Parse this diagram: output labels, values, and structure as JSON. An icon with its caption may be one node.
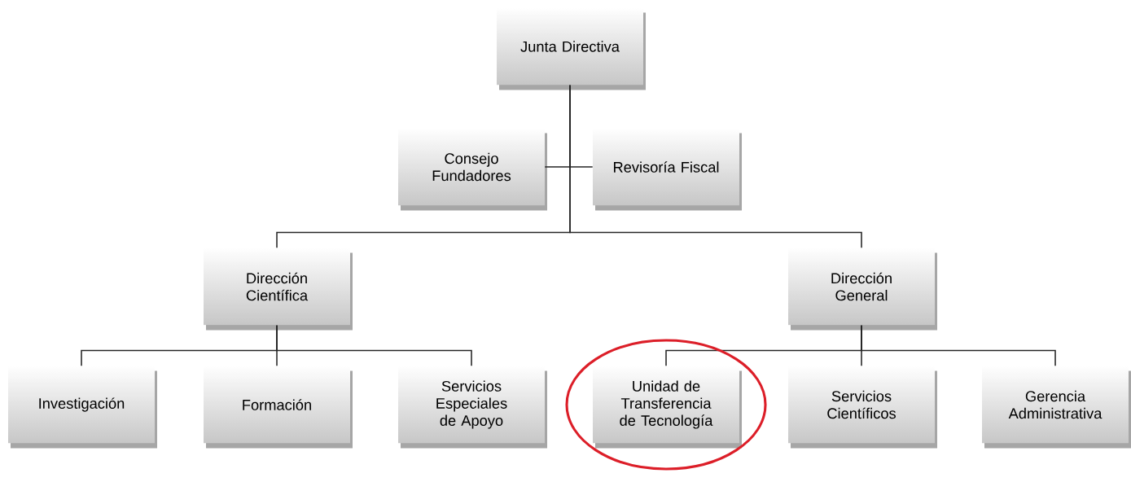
{
  "diagram": {
    "nodes": [
      {
        "text": [
          "Junta Directiva"
        ]
      },
      {
        "text": [
          "Consejo Fundadores"
        ]
      },
      {
        "text": [
          "Revisoría Fiscal"
        ]
      },
      {
        "text": [
          "Dirección Científica"
        ]
      },
      {
        "text": [
          "Dirección General"
        ]
      },
      {
        "text": [
          "Investigación"
        ]
      },
      {
        "text": [
          "Formación"
        ]
      },
      {
        "text": [
          "Servicios Especiales de Apoyo"
        ]
      },
      {
        "text": [
          "Unidad de Transferencia de Tecnología"
        ]
      },
      {
        "text": [
          "Servicios Científicos"
        ]
      },
      {
        "text": [
          "Gerencia Administrativa"
        ]
      }
    ],
    "edges": [
      {
        "from": 0,
        "to": 1,
        "arrow": "none"
      },
      {
        "from": 0,
        "to": 2,
        "arrow": "none"
      },
      {
        "from": 0,
        "to": 3,
        "arrow": "none"
      },
      {
        "from": 0,
        "to": 4,
        "arrow": "none"
      },
      {
        "from": 3,
        "to": 5,
        "arrow": "none"
      },
      {
        "from": 3,
        "to": 6,
        "arrow": "none"
      },
      {
        "from": 3,
        "to": 7,
        "arrow": "none"
      },
      {
        "from": 4,
        "to": 8,
        "arrow": "none"
      },
      {
        "from": 4,
        "to": 9,
        "arrow": "none"
      },
      {
        "from": 4,
        "to": 10,
        "arrow": "none"
      }
    ]
  }
}
